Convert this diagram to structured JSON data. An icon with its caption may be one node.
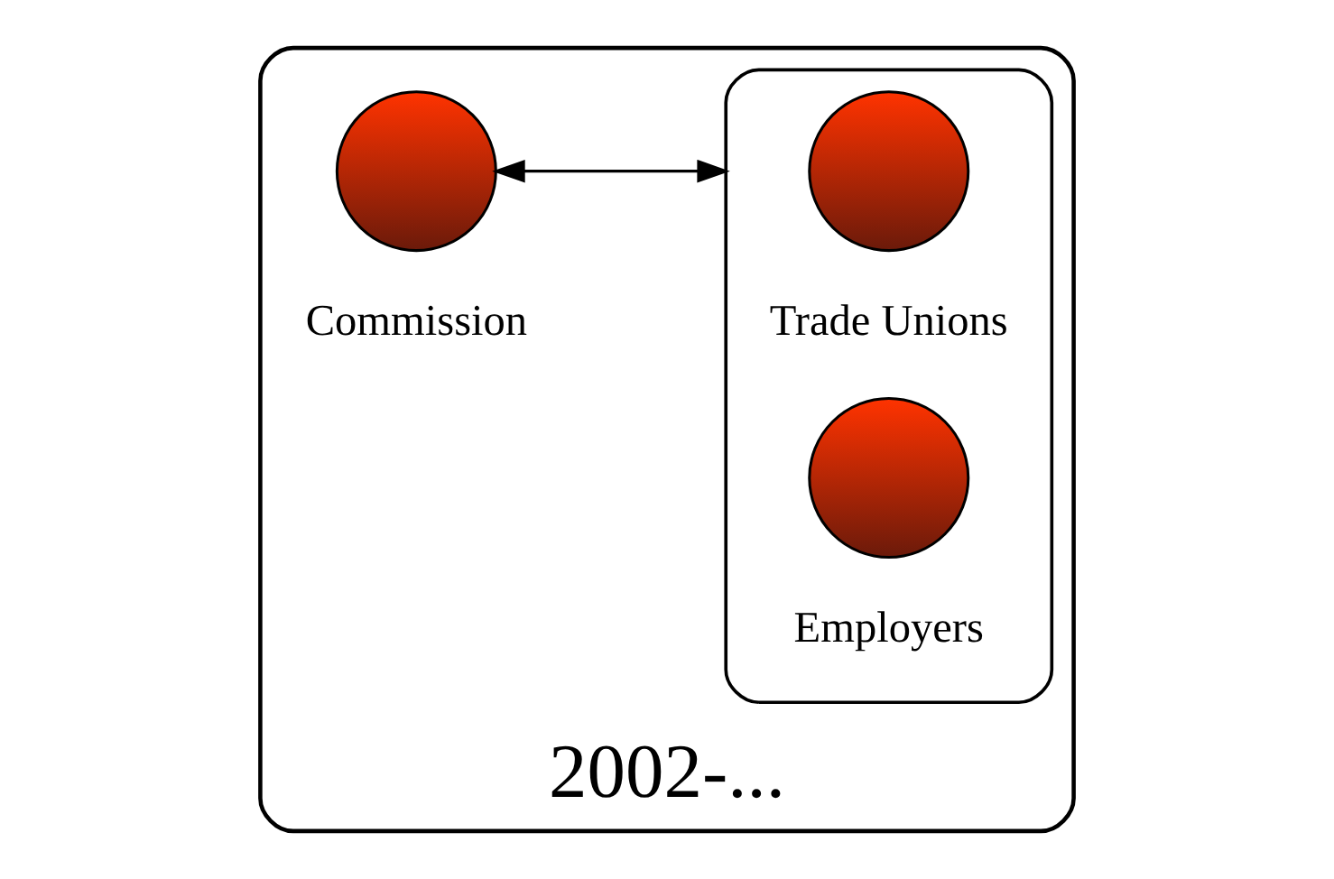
{
  "diagram": {
    "nodes": [
      {
        "text": [
          "2002-..."
        ]
      },
      {
        "text": [],
        "shape": "ellipse",
        "in": 0
      },
      {
        "text": [],
        "shape": "circle",
        "beside": [
          "Commission"
        ],
        "in": 0
      },
      {
        "text": [],
        "shape": "circle",
        "beside": [
          "Trade Unions"
        ],
        "in": 1
      },
      {
        "text": [],
        "shape": "circle",
        "beside": [
          "Employers"
        ],
        "in": 1
      }
    ],
    "edges": [
      {
        "from": 2,
        "to": 1,
        "arrow": "both"
      }
    ]
  }
}
